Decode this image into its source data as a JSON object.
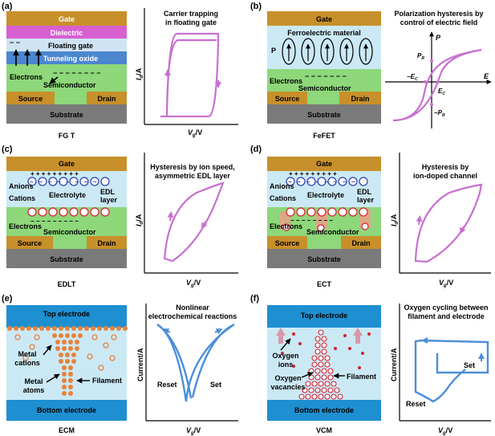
{
  "panels": {
    "a": {
      "tag": "(a)",
      "caption": "FG T",
      "layers": {
        "gate": "Gate",
        "dielectric": "Dielectric",
        "floating": "Floating gate",
        "tunneling": "Tunneling oxide",
        "electrons": "Electrons",
        "semiconductor": "Semiconductor",
        "source": "Source",
        "drain": "Drain",
        "substrate": "Substrate"
      },
      "plot": {
        "title_1": "Carrier trapping",
        "title_2": "in floating gate",
        "ylabel": "I",
        "ysub": "d",
        "yunit": "/A",
        "xlabel": "V",
        "xsub": "g",
        "xunit": "/V"
      }
    },
    "b": {
      "tag": "(b)",
      "caption": "FeFET",
      "layers": {
        "gate": "Gate",
        "ferro": "Ferroelectric material",
        "p_label": "P",
        "electrons": "Electrons",
        "semiconductor": "Semiconductor",
        "source": "Source",
        "drain": "Drain",
        "substrate": "Substrate"
      },
      "plot": {
        "title_1": "Polarization  hysteresis by",
        "title_2": "control of electric field",
        "p_axis": "P",
        "e_axis": "E",
        "pr": "P",
        "pr_sub": "R",
        "neg_pr": "−P",
        "neg_pr_sub": "R",
        "ec": "E",
        "ec_sub": "C",
        "neg_ec": "−E",
        "neg_ec_sub": "C"
      }
    },
    "c": {
      "tag": "(c)",
      "caption": "EDLT",
      "layers": {
        "gate": "Gate",
        "anions": "Anions",
        "cations": "Cations",
        "electrolyte": "Electrolyte",
        "edl_1": "EDL",
        "edl_2": "layer",
        "electrons": "Electrons",
        "semiconductor": "Semiconductor",
        "source": "Source",
        "drain": "Drain",
        "substrate": "Substrate"
      },
      "plot": {
        "title_1": "Hysteresis by ion speed,",
        "title_2": "asymmetric EDL layer",
        "ylabel": "I",
        "ysub": "d",
        "yunit": "/A",
        "xlabel": "V",
        "xsub": "g",
        "xunit": "/V"
      }
    },
    "d": {
      "tag": "(d)",
      "caption": "ECT",
      "layers": {
        "gate": "Gate",
        "anions": "Anions",
        "cations": "Cations",
        "electrolyte": "Electrolyte",
        "edl_1": "EDL",
        "edl_2": "layer",
        "electrons": "Electrons",
        "semiconductor": "Semiconductor",
        "source": "Source",
        "drain": "Drain",
        "substrate": "Substrate"
      },
      "plot": {
        "title_1": "Hysteresis by",
        "title_2": "ion-doped channel",
        "ylabel": "I",
        "ysub": "d",
        "yunit": "/A",
        "xlabel": "V",
        "xsub": "g",
        "xunit": "/V"
      }
    },
    "e": {
      "tag": "(e)",
      "caption": "ECM",
      "layers": {
        "top": "Top electrode",
        "bottom": "Bottom electrode",
        "cations_1": "Metal",
        "cations_2": "cations",
        "atoms_1": "Metal",
        "atoms_2": "atoms",
        "filament": "Filament"
      },
      "plot": {
        "title_1": "Nonlinear",
        "title_2": "electrochemical reactions",
        "ylabel": "Current/A",
        "xlabel": "V",
        "xsub": "g",
        "xunit": "/V",
        "reset": "Reset",
        "set": "Set"
      }
    },
    "f": {
      "tag": "(f)",
      "caption": "VCM",
      "layers": {
        "top": "Top electrode",
        "bottom": "Bottom electrode",
        "ions_1": "Oxygen",
        "ions_2": "ions",
        "vac_1": "Oxygen",
        "vac_2": "vacancies",
        "filament": "Filament"
      },
      "plot": {
        "title_1": "Oxygen cycling between",
        "title_2": "filament and electrode",
        "ylabel": "Current/A",
        "xlabel": "V",
        "xsub": "g",
        "xunit": "/V",
        "reset": "Reset",
        "set": "Set"
      }
    }
  },
  "colors": {
    "gate": "#c8902a",
    "dielectric": "#d75fd0",
    "floating": "#cfe4f3",
    "tunneling": "#4b86cf",
    "electrolyte": "#cbe9f5",
    "semiconductor": "#8ed77a",
    "contact": "#c8902a",
    "substrate": "#7a7a7a",
    "curve_purple": "#c870cf",
    "curve_blue": "#4b8fd8",
    "electrode": "#1e8fd0",
    "metal": "#e8823a",
    "vcm_red": "#d42030"
  }
}
